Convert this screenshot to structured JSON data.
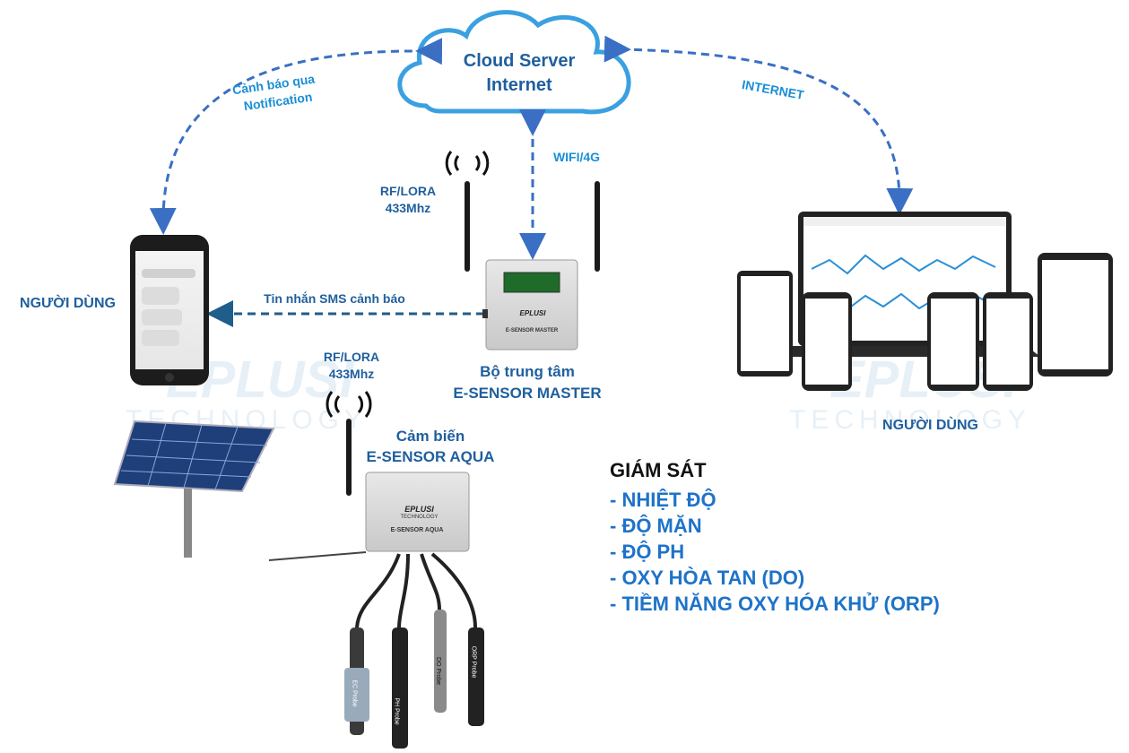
{
  "cloud": {
    "line1": "Cloud Server",
    "line2": "Internet"
  },
  "links": {
    "notification": {
      "line1": "Cảnh báo qua",
      "line2": "Notification"
    },
    "internet": "INTERNET",
    "wifi": "WIFI/4G",
    "sms": "Tin nhắn SMS cảnh báo",
    "rf_master": {
      "line1": "RF/LORA",
      "line2": "433Mhz"
    },
    "rf_sensor": {
      "line1": "RF/LORA",
      "line2": "433Mhz"
    }
  },
  "user_left": "NGƯỜI DÙNG",
  "user_right": "NGƯỜI DÙNG",
  "master": {
    "line1": "Bộ trung tâm",
    "line2": "E-SENSOR MASTER",
    "device_label": "E-SENSOR MASTER",
    "brand": "EPLUSI"
  },
  "sensor": {
    "line1": "Cảm biến",
    "line2": "E-SENSOR AQUA",
    "device_label": "E-SENSOR AQUA",
    "brand": "EPLUSI",
    "brand_sub": "TECHNOLOGY"
  },
  "probes": [
    "EC Probe",
    "PH Probe",
    "DO Probe",
    "ORP Probe"
  ],
  "monitoring": {
    "title": "GIÁM SÁT",
    "items": [
      "- NHIỆT ĐỘ",
      "- ĐỘ MẶN",
      "- ĐỘ PH",
      "- OXY HÒA TAN (DO)",
      "- TIỀM NĂNG OXY HÓA KHỬ (ORP)"
    ]
  },
  "watermark": {
    "brand": "EPLUSI",
    "sub": "TECHNOLOGY"
  },
  "colors": {
    "accent": "#1a8fd6",
    "arrow": "#3a6fc4",
    "sms_arrow": "#1f5d8a",
    "list": "#1e73c8"
  }
}
